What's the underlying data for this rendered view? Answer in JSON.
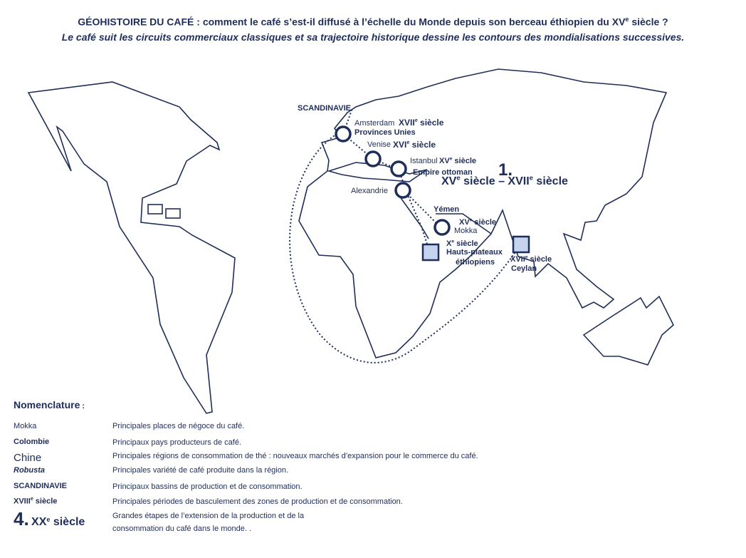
{
  "header": {
    "title_main": "GÉOHISTOIRE DU CAFÉ : comment le café s’est-il diffusé à l’échelle du Monde depuis son berceau éthiopien du XV",
    "title_sup": "e",
    "title_end": " siècle ?",
    "subtitle": "Le café suit les circuits commerciaux classiques et sa trajectoire historique dessine les contours des mondialisations successives."
  },
  "map": {
    "colors": {
      "outline": "#1f2d5a",
      "fill": "#c5d3ee",
      "accent": "#1f2d5a"
    },
    "places": {
      "scandinavie": "SCANDINAVIE",
      "amsterdam": "Amsterdam",
      "amsterdam_century": "XVII",
      "amsterdam_region": "Provinces Unies",
      "venise": "Venise",
      "venise_century": "XVI",
      "istanbul": "Istanbul",
      "istanbul_century": "XV",
      "istanbul_region": "Empire ottoman",
      "alexandrie": "Alexandrie",
      "yemen": "Yémen",
      "mokka_century": "XV",
      "mokka": "Mokka",
      "ethiopia_century": "X",
      "ethiopia_region_1": "Hauts-plateaux",
      "ethiopia_region_2": "éthiopiens",
      "ceylan_century": "XVII",
      "ceylan": "Ceylan"
    },
    "sup_e": "e",
    "siecle": " siècle",
    "stage": {
      "number": "1.",
      "from": "XV",
      "mid": " siècle – XVII",
      "end": " siècle"
    }
  },
  "legend": {
    "title": "Nomenclature",
    "title_colon": " :",
    "rows": [
      {
        "key": "Mokka",
        "desc": "Principales places de négoce du café."
      },
      {
        "key": "Colombie",
        "desc": "Principaux pays producteurs de café."
      },
      {
        "key": "Chine",
        "desc": "Principales régions de consommation de thé : nouveaux marchés d’expansion pour le commerce du café."
      },
      {
        "key": "Robusta",
        "desc": "Principales variété de café produite dans la région."
      },
      {
        "key": "SCANDINAVIE",
        "desc": "Principaux bassins de production et de consommation."
      },
      {
        "key": "XVIII",
        "key_sup": "e",
        "key_end": " siècle",
        "desc": "Principales périodes de basculement des zones de production et de consommation."
      },
      {
        "key": "4.",
        "key_b": "XX",
        "key_sup": "e",
        "key_end": " siècle",
        "desc": "Grandes  étapes  de  l’extension  de  la  production  et  de  la",
        "desc2": "consommation du café dans le monde. ."
      }
    ]
  }
}
